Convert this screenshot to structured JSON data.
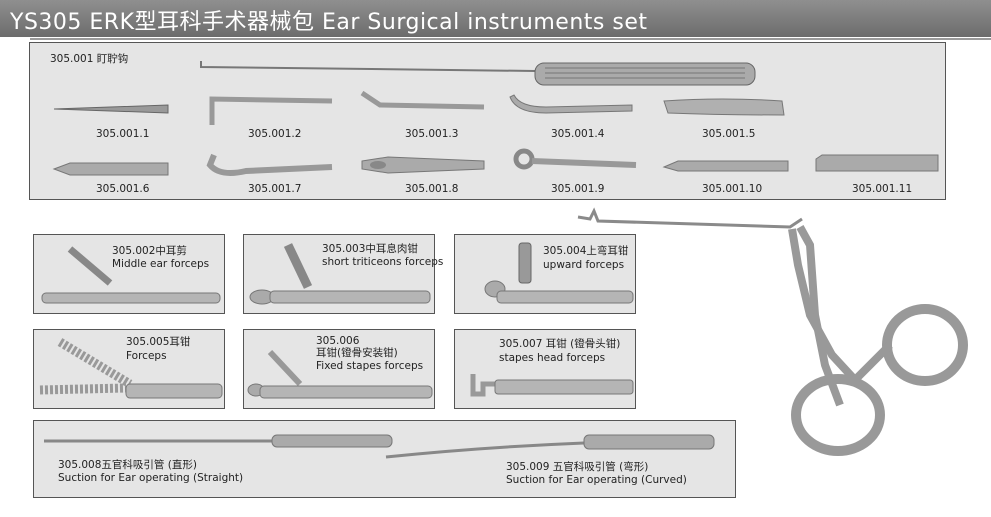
{
  "title": "YS305   ERK型耳科手术器械包 Ear Surgical instruments set",
  "set": {
    "header": "305.001 盯聍钩",
    "tips": [
      "305.001.1",
      "305.001.2",
      "305.001.3",
      "305.001.4",
      "305.001.5",
      "305.001.6",
      "305.001.7",
      "305.001.8",
      "305.001.9",
      "305.001.10",
      "305.001.11"
    ]
  },
  "items": [
    {
      "code": "305.002中耳剪",
      "name": "Middle ear forceps"
    },
    {
      "code": "305.003中耳息肉钳",
      "name": "short triticeons forceps"
    },
    {
      "code": "305.004上弯耳钳",
      "name": "upward forceps"
    },
    {
      "code": "305.005耳钳",
      "name": "Forceps"
    },
    {
      "code": "305.006",
      "code2": "耳钳(镫骨安装钳)",
      "name": "Fixed stapes forceps"
    },
    {
      "code": "305.007 耳钳 (镫骨头钳)",
      "name": "stapes head forceps"
    }
  ],
  "suction": [
    {
      "code": "305.008五官科吸引管 (直形)",
      "name": "Suction for Ear operating (Straight)"
    },
    {
      "code": "305.009 五官科吸引管 (弯形)",
      "name": "Suction for Ear operating (Curved)"
    }
  ]
}
